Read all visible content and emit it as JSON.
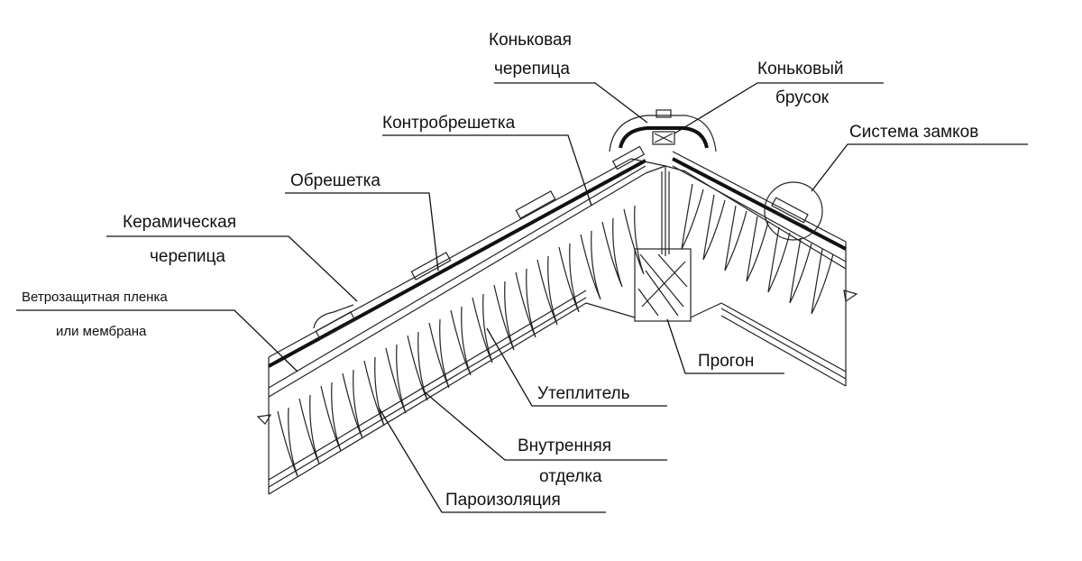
{
  "labels": {
    "ridge_tile": [
      "Коньковая",
      "черепица"
    ],
    "ridge_beam": [
      "Коньковый",
      "брусок"
    ],
    "lock_system": "Система замков",
    "counter_batten": "Контробрешетка",
    "batten": "Обрешетка",
    "ceramic_tile": [
      "Керамическая",
      "черепица"
    ],
    "wind_membrane": [
      "Ветрозащитная пленка",
      "или мембрана"
    ],
    "purlin": "Прогон",
    "insulation": "Утеплитель",
    "inner_finish": [
      "Внутренняя",
      "отделка"
    ],
    "vapor_barrier": "Пароизоляция"
  },
  "colors": {
    "ink": "#111111",
    "background": "#ffffff"
  }
}
